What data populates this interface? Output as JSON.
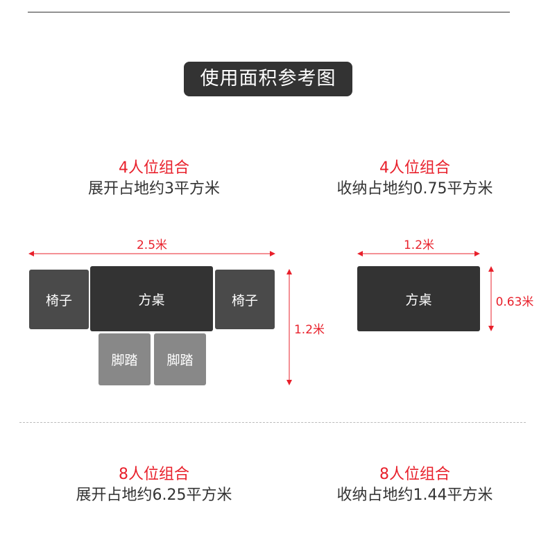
{
  "title": "使用面积参考图",
  "colors": {
    "accent_red": "#e8202b",
    "dark": "#333333",
    "chair": "#4a4a4a",
    "stool": "#888888"
  },
  "sections": {
    "top_left": {
      "heading": "4人位组合",
      "subheading": "展开占地约3平方米"
    },
    "top_right": {
      "heading": "4人位组合",
      "subheading": "收纳占地约0.75平方米"
    },
    "bottom_left": {
      "heading": "8人位组合",
      "subheading": "展开占地约6.25平方米"
    },
    "bottom_right": {
      "heading": "8人位组合",
      "subheading": "收纳占地约1.44平方米"
    }
  },
  "expanded_layout": {
    "width_label": "2.5米",
    "depth_label": "1.2米",
    "chair_left": "椅子",
    "table": "方桌",
    "chair_right": "椅子",
    "stool_1": "脚踏",
    "stool_2": "脚踏"
  },
  "folded_layout": {
    "width_label": "1.2米",
    "depth_label": "0.63米",
    "table": "方桌"
  }
}
